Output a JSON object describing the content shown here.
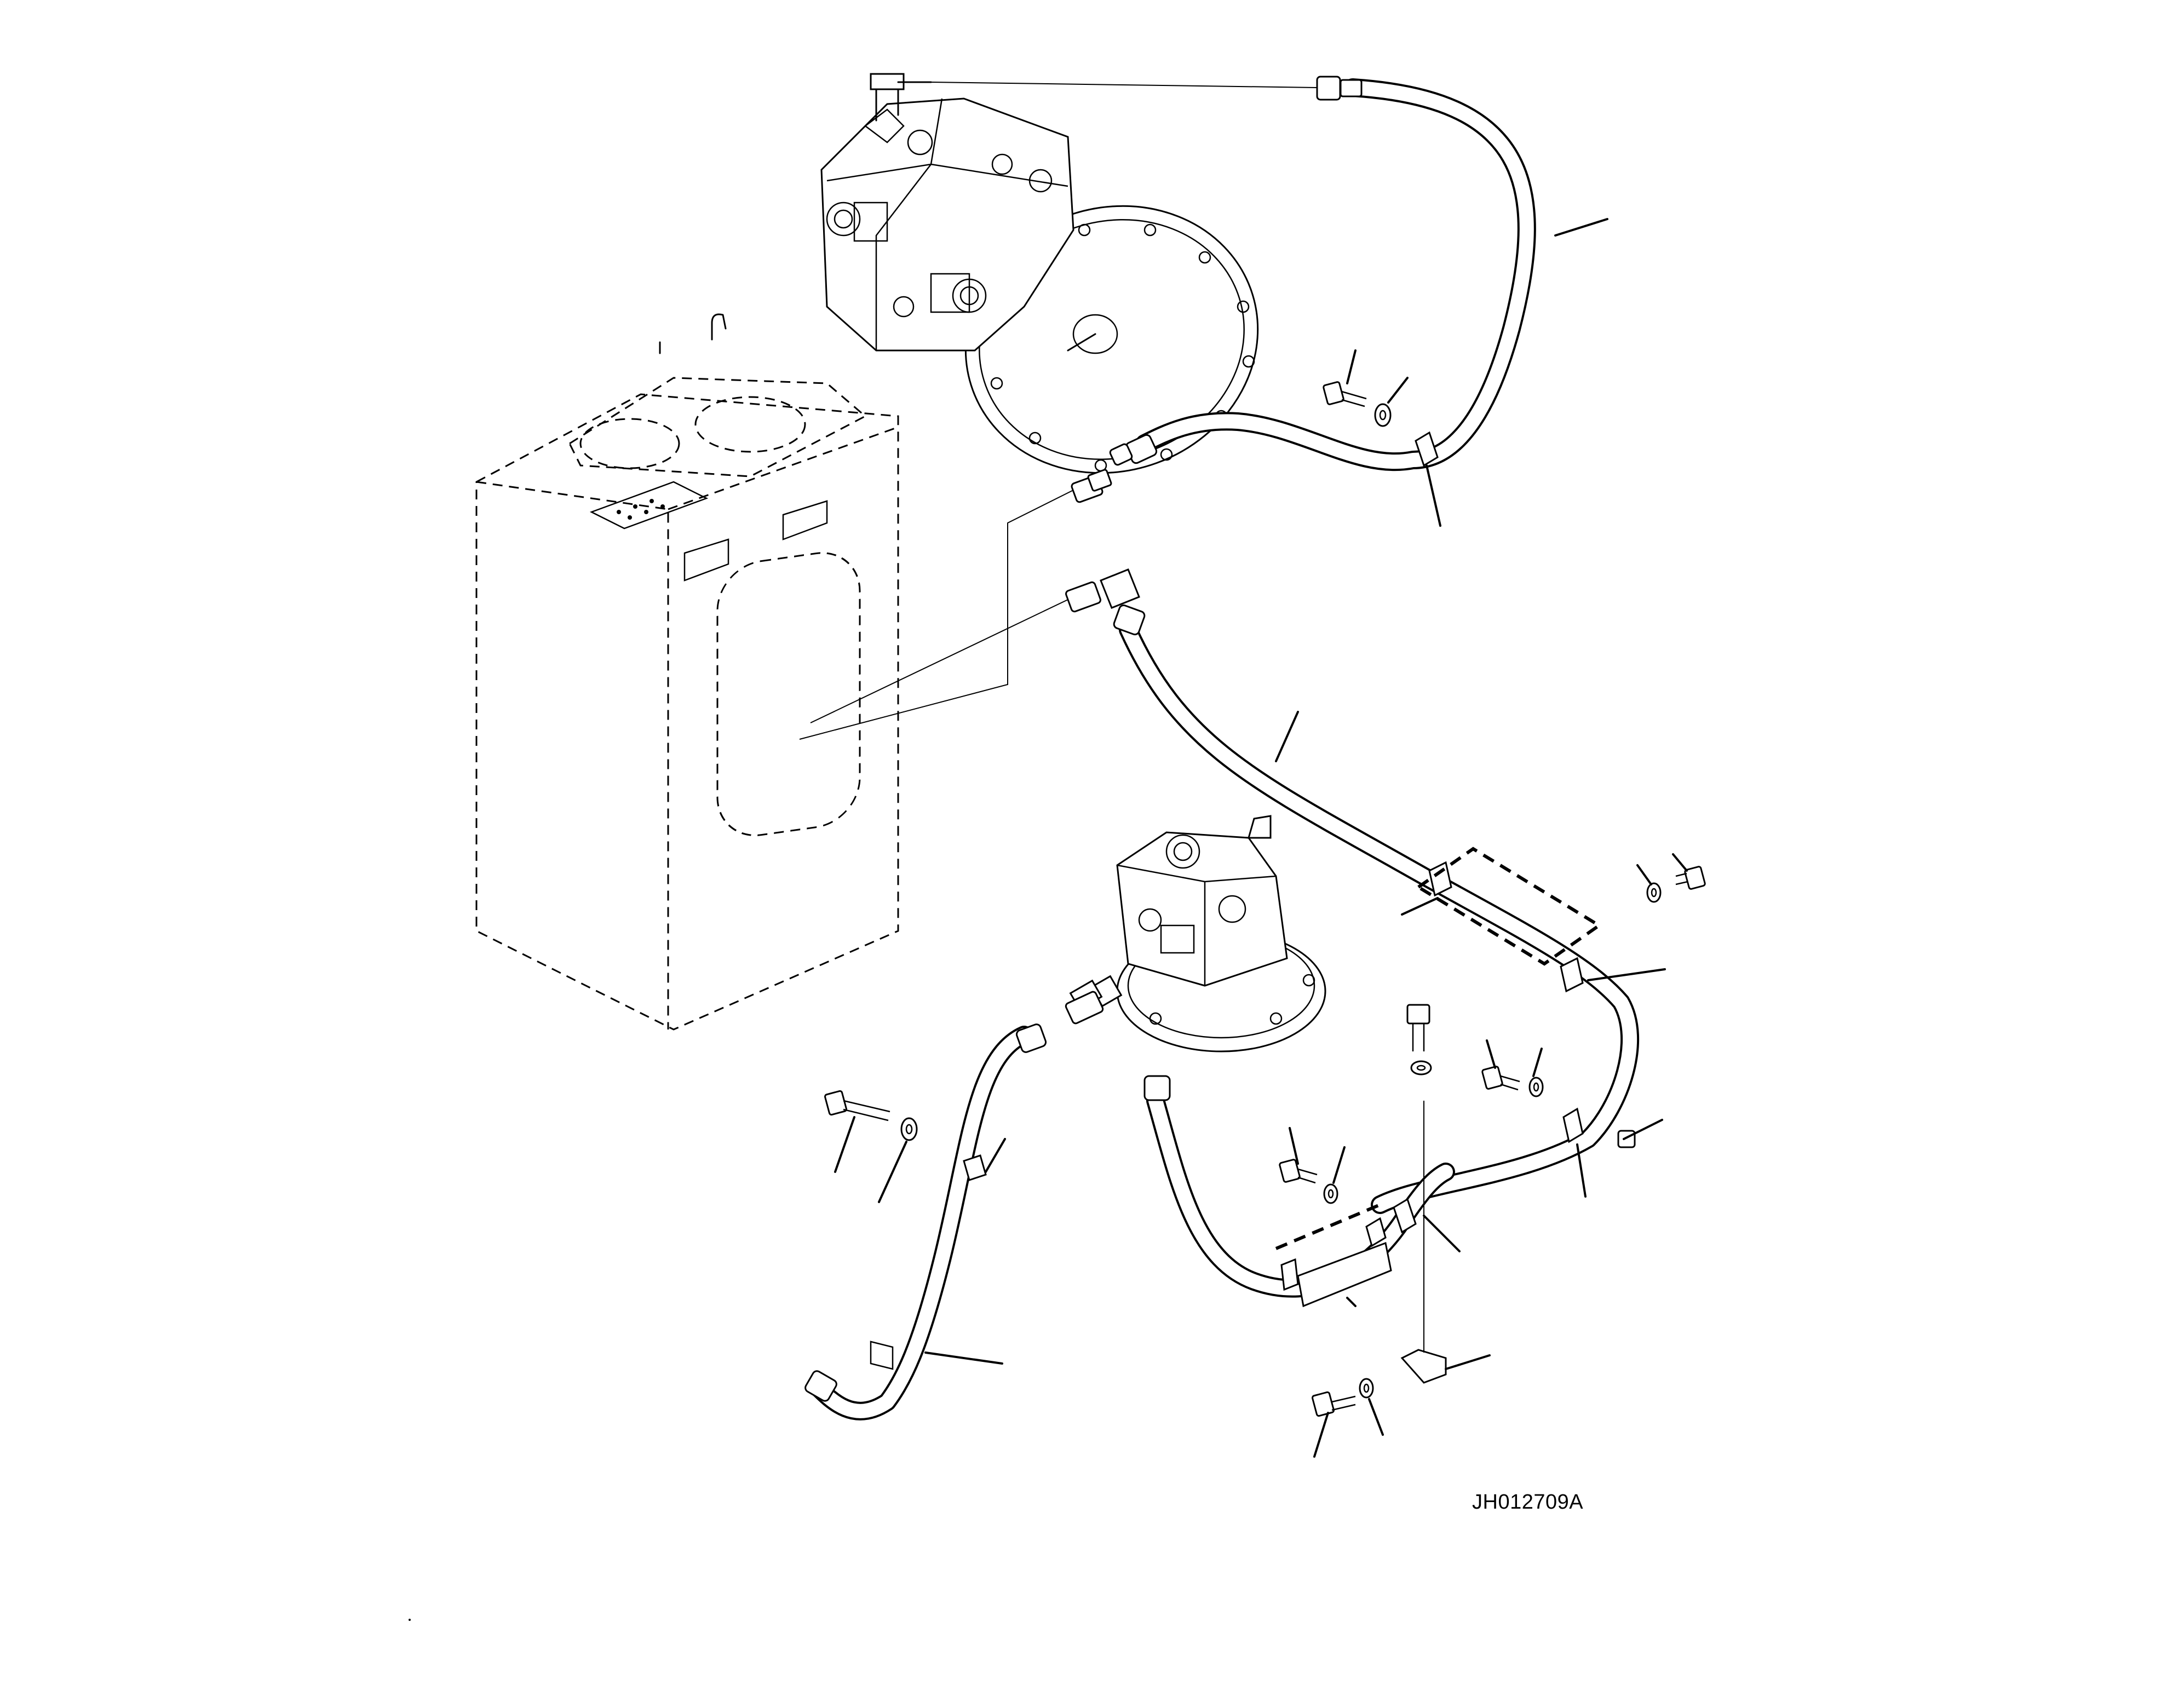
{
  "drawing": {
    "code": "JH012709A",
    "colors": {
      "line": "#000000",
      "background": "#ffffff"
    },
    "components": [
      "hydraulic-tank",
      "main-pump",
      "swing-motor",
      "drain-hose-pump",
      "drain-hose-long",
      "drain-hose-motor",
      "drain-hose-lower",
      "hose-clamps",
      "bolts",
      "washers",
      "elbow-fittings",
      "clamp-brackets"
    ]
  }
}
